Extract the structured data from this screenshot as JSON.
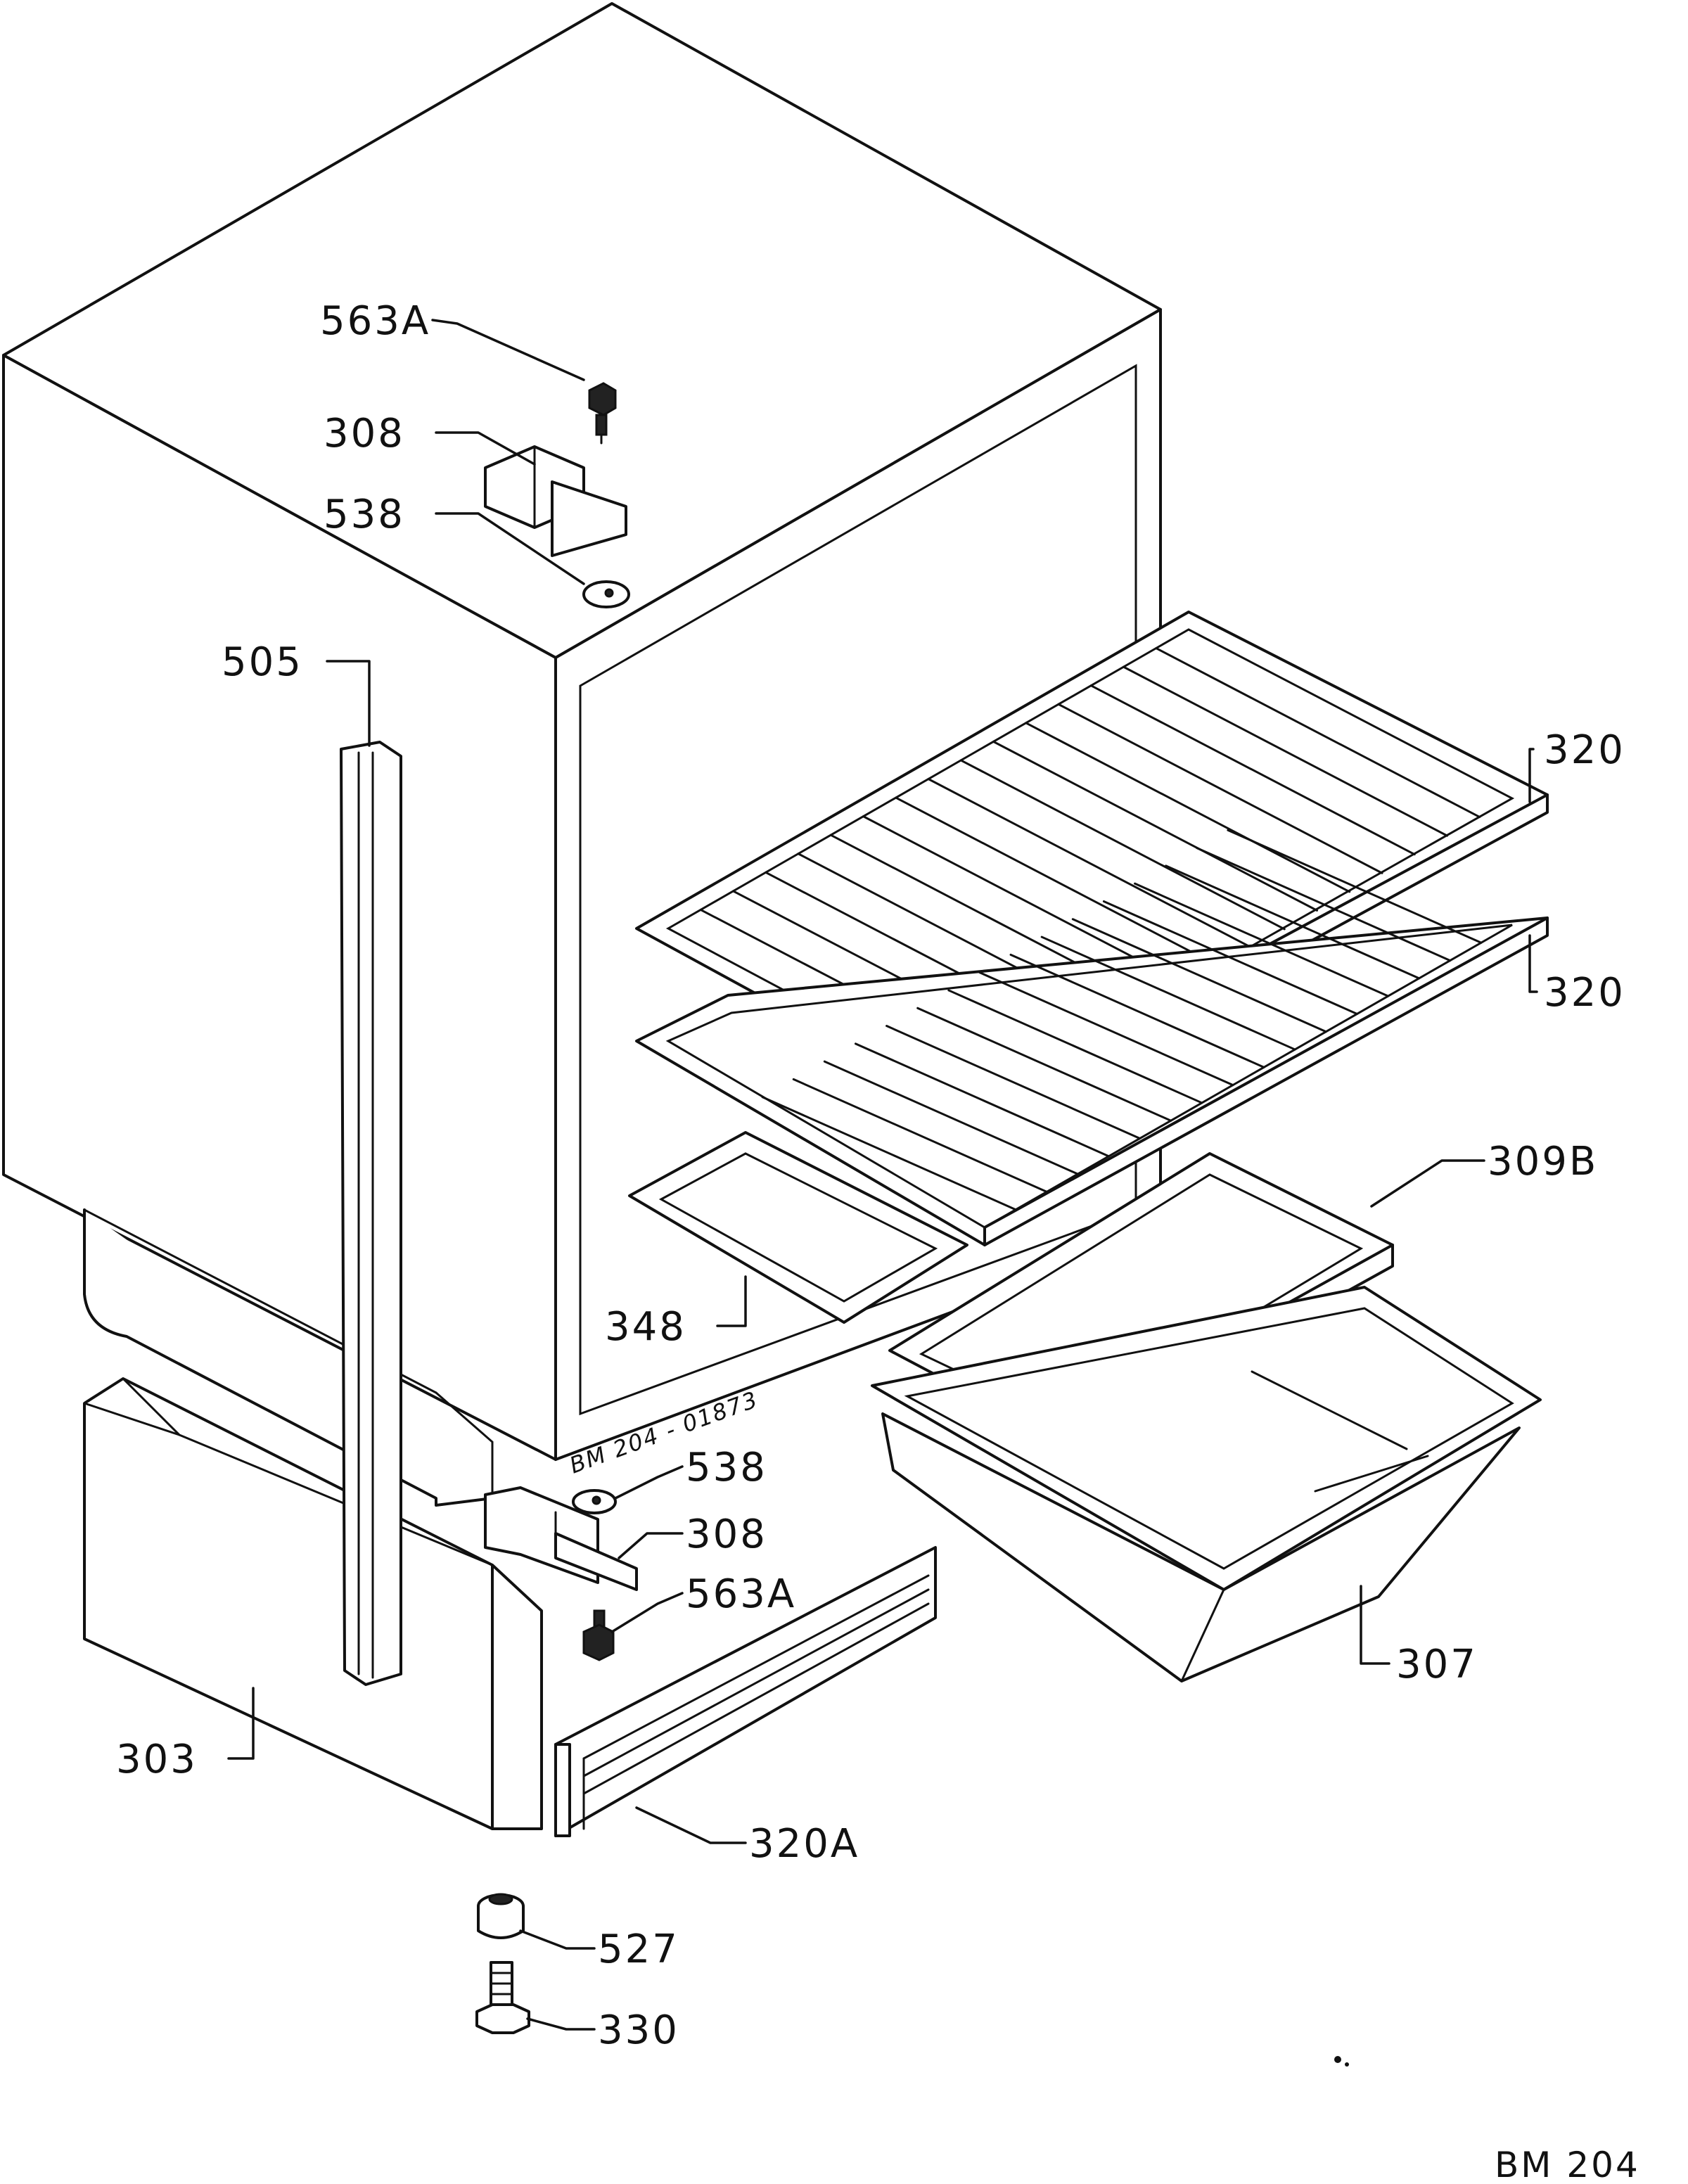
{
  "diagram": {
    "drawing_code": "BM 204",
    "drawing_number": "BM 204 - 01873",
    "parts": [
      {
        "id": "p563a_top",
        "label": "563A"
      },
      {
        "id": "p308_top",
        "label": "308"
      },
      {
        "id": "p538_top",
        "label": "538"
      },
      {
        "id": "p505",
        "label": "505"
      },
      {
        "id": "p320_top",
        "label": "320"
      },
      {
        "id": "p320_mid",
        "label": "320"
      },
      {
        "id": "p309b",
        "label": "309B"
      },
      {
        "id": "p348",
        "label": "348"
      },
      {
        "id": "p538_bot",
        "label": "538"
      },
      {
        "id": "p308_bot",
        "label": "308"
      },
      {
        "id": "p563a_bot",
        "label": "563A"
      },
      {
        "id": "p307",
        "label": "307"
      },
      {
        "id": "p303",
        "label": "303"
      },
      {
        "id": "p320a",
        "label": "320A"
      },
      {
        "id": "p527",
        "label": "527"
      },
      {
        "id": "p330",
        "label": "330"
      }
    ]
  }
}
